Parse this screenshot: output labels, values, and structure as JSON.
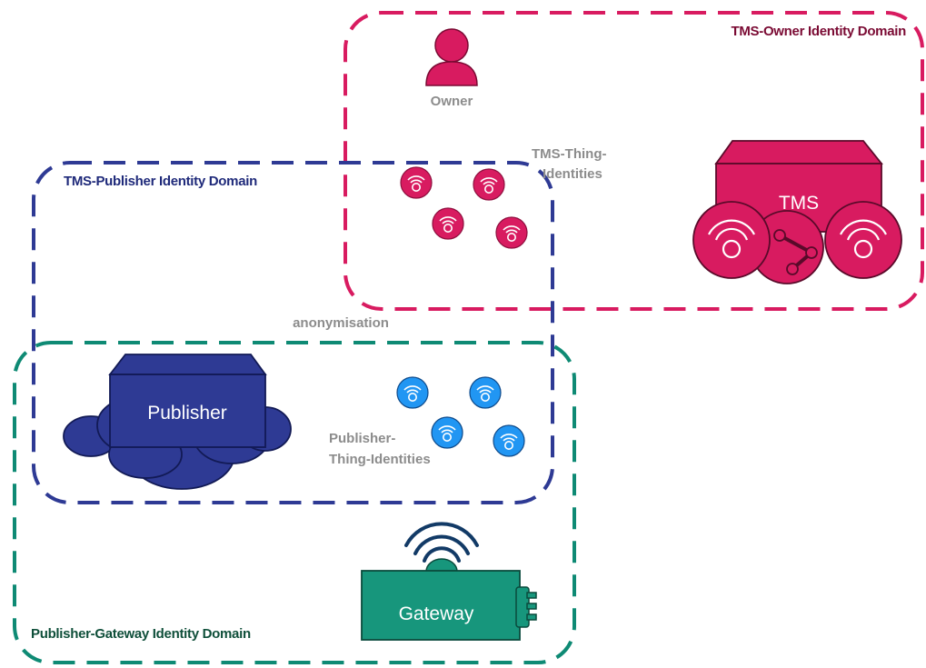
{
  "colors": {
    "owner_domain": "#d81b60",
    "owner_domain_label": "#7a0a33",
    "publisher_domain": "#2e3a94",
    "publisher_domain_label": "#1f2a7a",
    "gateway_domain": "#0e8a74",
    "gateway_domain_label": "#0f4f3a",
    "tms": "#d81b60",
    "publisher": "#2e3a94",
    "publisher_things": "#2196f3",
    "gateway": "#17967c",
    "gateway_wifi": "#123a66",
    "grey_text": "#8c8c8c"
  },
  "domains": {
    "owner": "TMS-Owner Identity Domain",
    "publisher": "TMS-Publisher Identity Domain",
    "gateway": "Publisher-Gateway Identity Domain"
  },
  "owner_label": "Owner",
  "tms_things_label": [
    "TMS-Thing-",
    "Identities"
  ],
  "anonymisation_label": "anonymisation",
  "publisher_things_label": [
    "Publisher-",
    "Thing-Identities"
  ],
  "tms_label": "TMS",
  "publisher_label": "Publisher",
  "gateway_label": "Gateway",
  "icons": {
    "thing": "thing-identity-icon",
    "owner": "person-icon",
    "tms": "vehicle-icon",
    "publisher": "cloud-server-icon",
    "gateway": "wireless-gateway-icon"
  }
}
